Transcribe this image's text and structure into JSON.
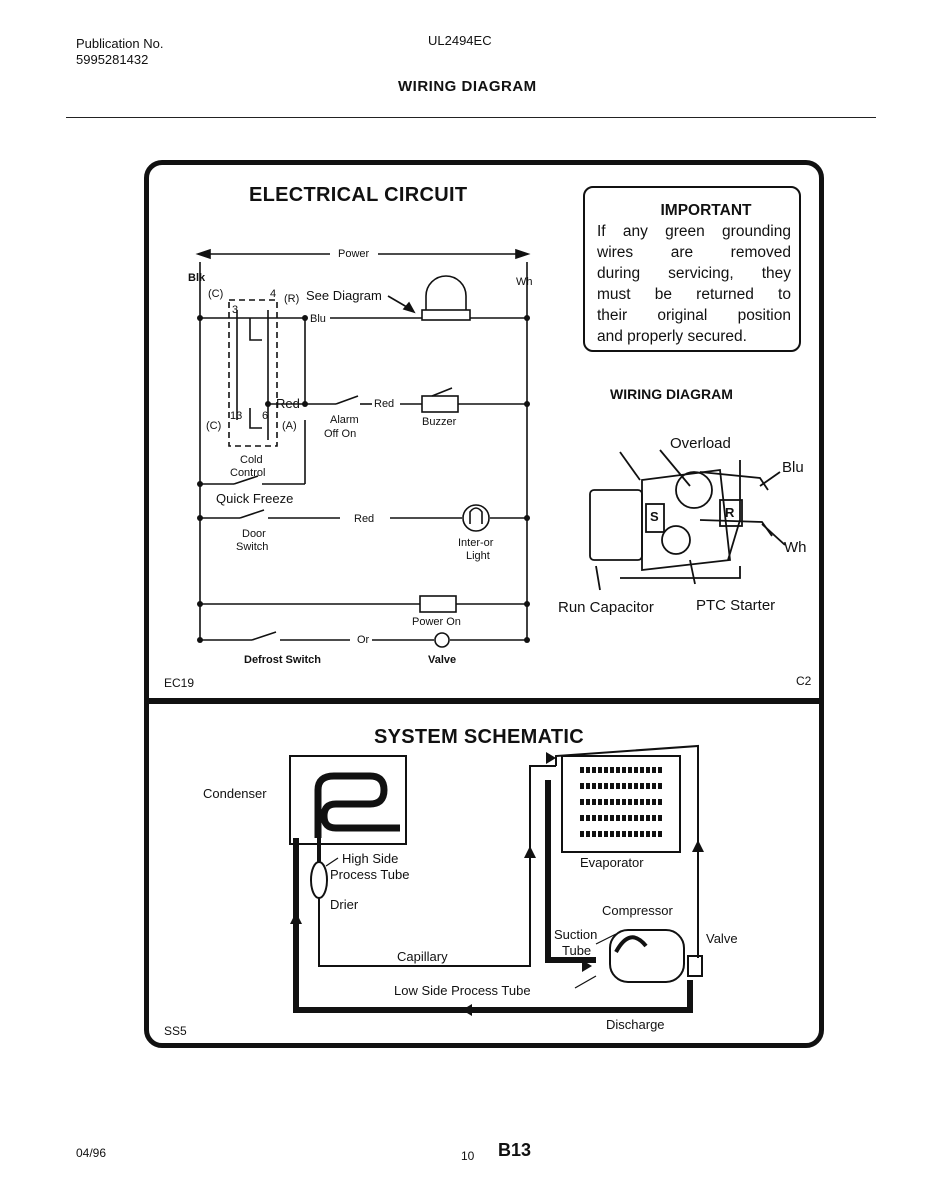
{
  "header": {
    "publication_label": "Publication No.",
    "publication_number": "5995281432",
    "model": "UL2494EC",
    "title": "WIRING DIAGRAM"
  },
  "electrical_circuit": {
    "title": "ELECTRICAL CIRCUIT",
    "labels": {
      "power": "Power",
      "blk": "Blk",
      "wh": "Wh",
      "c_top": "(C)",
      "r": "(R)",
      "see_diagram": "See Diagram",
      "blu": "Blu",
      "n3": "3",
      "n4": "4",
      "red1": "Red",
      "red2": "Red",
      "n13": "13",
      "n6": "6",
      "c_bot": "(C)",
      "a": "(A)",
      "alarm": "Alarm",
      "off_on": "Off  On",
      "buzzer": "Buzzer",
      "cold": "Cold",
      "control": "Control",
      "quick_freeze": "Quick  Freeze",
      "door": "Door",
      "switch": "Switch",
      "red3": "Red",
      "interior": "Inter-or",
      "light": "Light",
      "power_on": "Power On",
      "or": "Or",
      "defrost_switch": "Defrost Switch",
      "valve": "Valve"
    },
    "code": "EC19"
  },
  "important": {
    "heading": "IMPORTANT",
    "lines": [
      "If any green grounding",
      "wires  are  removed",
      "during servicing, they",
      "must  be  returned  to",
      "their  original  position",
      "and properly secured."
    ]
  },
  "wiring_diagram": {
    "title": "WIRING DIAGRAM",
    "overload": "Overload",
    "blu": "Blu",
    "s": "S",
    "r": "R",
    "wh": "Wh",
    "run_capacitor": "Run Capacitor",
    "ptc_starter": "PTC Starter",
    "code": "C2"
  },
  "system_schematic": {
    "title": "SYSTEM SCHEMATIC",
    "condenser": "Condenser",
    "high_side": "High Side",
    "process_tube": "Process Tube",
    "drier": "Drier",
    "evaporator": "Evaporator",
    "compressor": "Compressor",
    "suction": "Suction",
    "tube": "Tube",
    "valve": "Valve",
    "capillary": "Capillary",
    "low_side": "Low Side Process Tube",
    "discharge": "Discharge",
    "code": "SS5"
  },
  "footer": {
    "date": "04/96",
    "page": "10",
    "ref": "B13"
  }
}
